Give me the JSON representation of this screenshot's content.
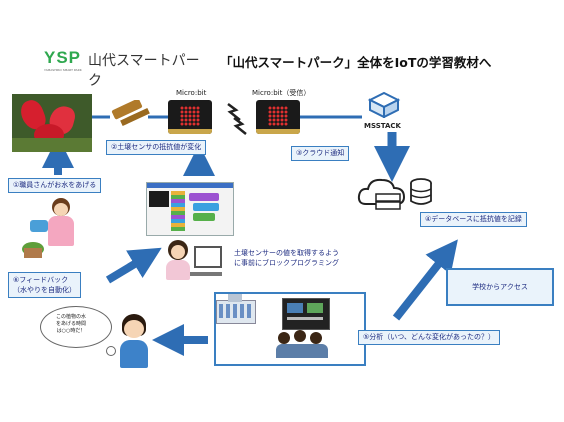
{
  "header": {
    "logo_mark": "YSP",
    "logo_text": "山代スマートパーク",
    "logo_sub": "YAMASHIRO SMART PARK",
    "title": "「山代スマートパーク」全体をIoTの学習教材へ"
  },
  "devices": {
    "microbit_label": "Micro:bit",
    "microbit_rx_label": "Micro:bit（受信）",
    "msstack_label": "MSSTACK"
  },
  "steps": {
    "s1": "①職員さんがお水をあげる",
    "s2": "②土壌センサの抵抗値が変化",
    "s3": "③クラウド通知",
    "s4": "④データベースに抵抗値を記録",
    "s5": "⑤分析（いつ、どんな変化があったの？）",
    "s6_line1": "⑥フィードバック",
    "s6_line2": "（水やりを自動化）"
  },
  "notes": {
    "prog_line1": "土壌センサーの値を取得するよう",
    "prog_line2": "に事前にブロックプログラミング",
    "school_access": "学校からアクセス",
    "bubble_line1": "この植物の水",
    "bubble_line2": "をあげる時間",
    "bubble_line3": "は○○時だ！"
  },
  "colors": {
    "arrow": "#2e6db4",
    "box_border": "#3a7fc1",
    "box_fill": "#eaf3fb",
    "text": "#1d2b80",
    "title_text": "#111111"
  },
  "icons": [
    "flower-photo-icon",
    "soil-sensor-icon",
    "microbit-icon",
    "wireless-icon",
    "msstack-box-icon",
    "cloud-server-icon",
    "database-icon",
    "staff-watering-icon",
    "block-programming-screen-icon",
    "student-pc-icon",
    "school-building-icon",
    "analysis-meeting-icon",
    "thinking-boy-icon",
    "thought-bubble-icon"
  ]
}
